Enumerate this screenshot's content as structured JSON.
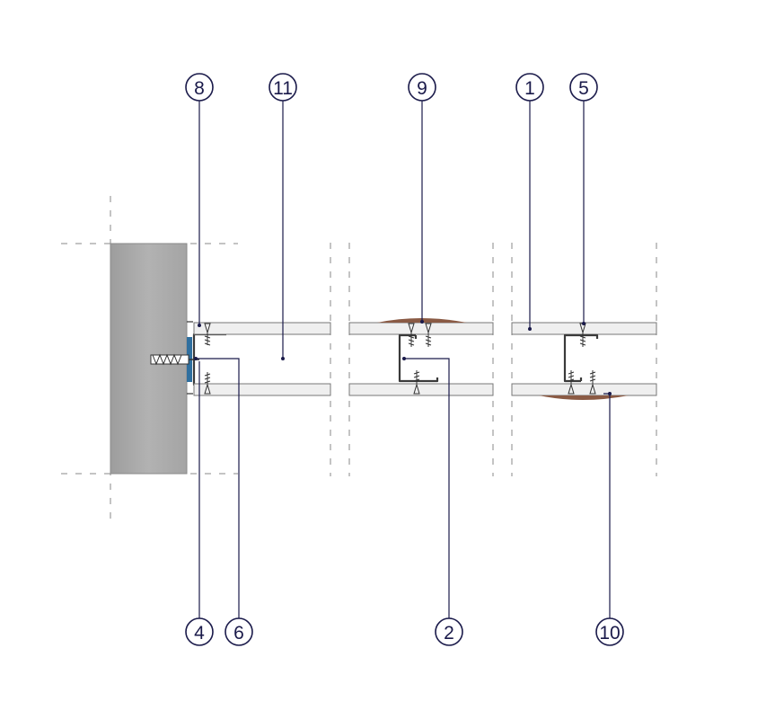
{
  "callouts_top": [
    {
      "id": "c8",
      "label": "8"
    },
    {
      "id": "c11",
      "label": "11"
    },
    {
      "id": "c9",
      "label": "9"
    },
    {
      "id": "c1",
      "label": "1"
    },
    {
      "id": "c5",
      "label": "5"
    }
  ],
  "callouts_bottom": [
    {
      "id": "c4",
      "label": "4"
    },
    {
      "id": "c6",
      "label": "6"
    },
    {
      "id": "c2",
      "label": "2"
    },
    {
      "id": "c10",
      "label": "10"
    }
  ],
  "colors": {
    "wall": "#a9a9a9",
    "board": "#efefef",
    "stud": "#3a3a3a",
    "joint_compound": "#8a5a44",
    "seal_strip": "#2f6f9f",
    "callout": "#1a1a4a"
  }
}
